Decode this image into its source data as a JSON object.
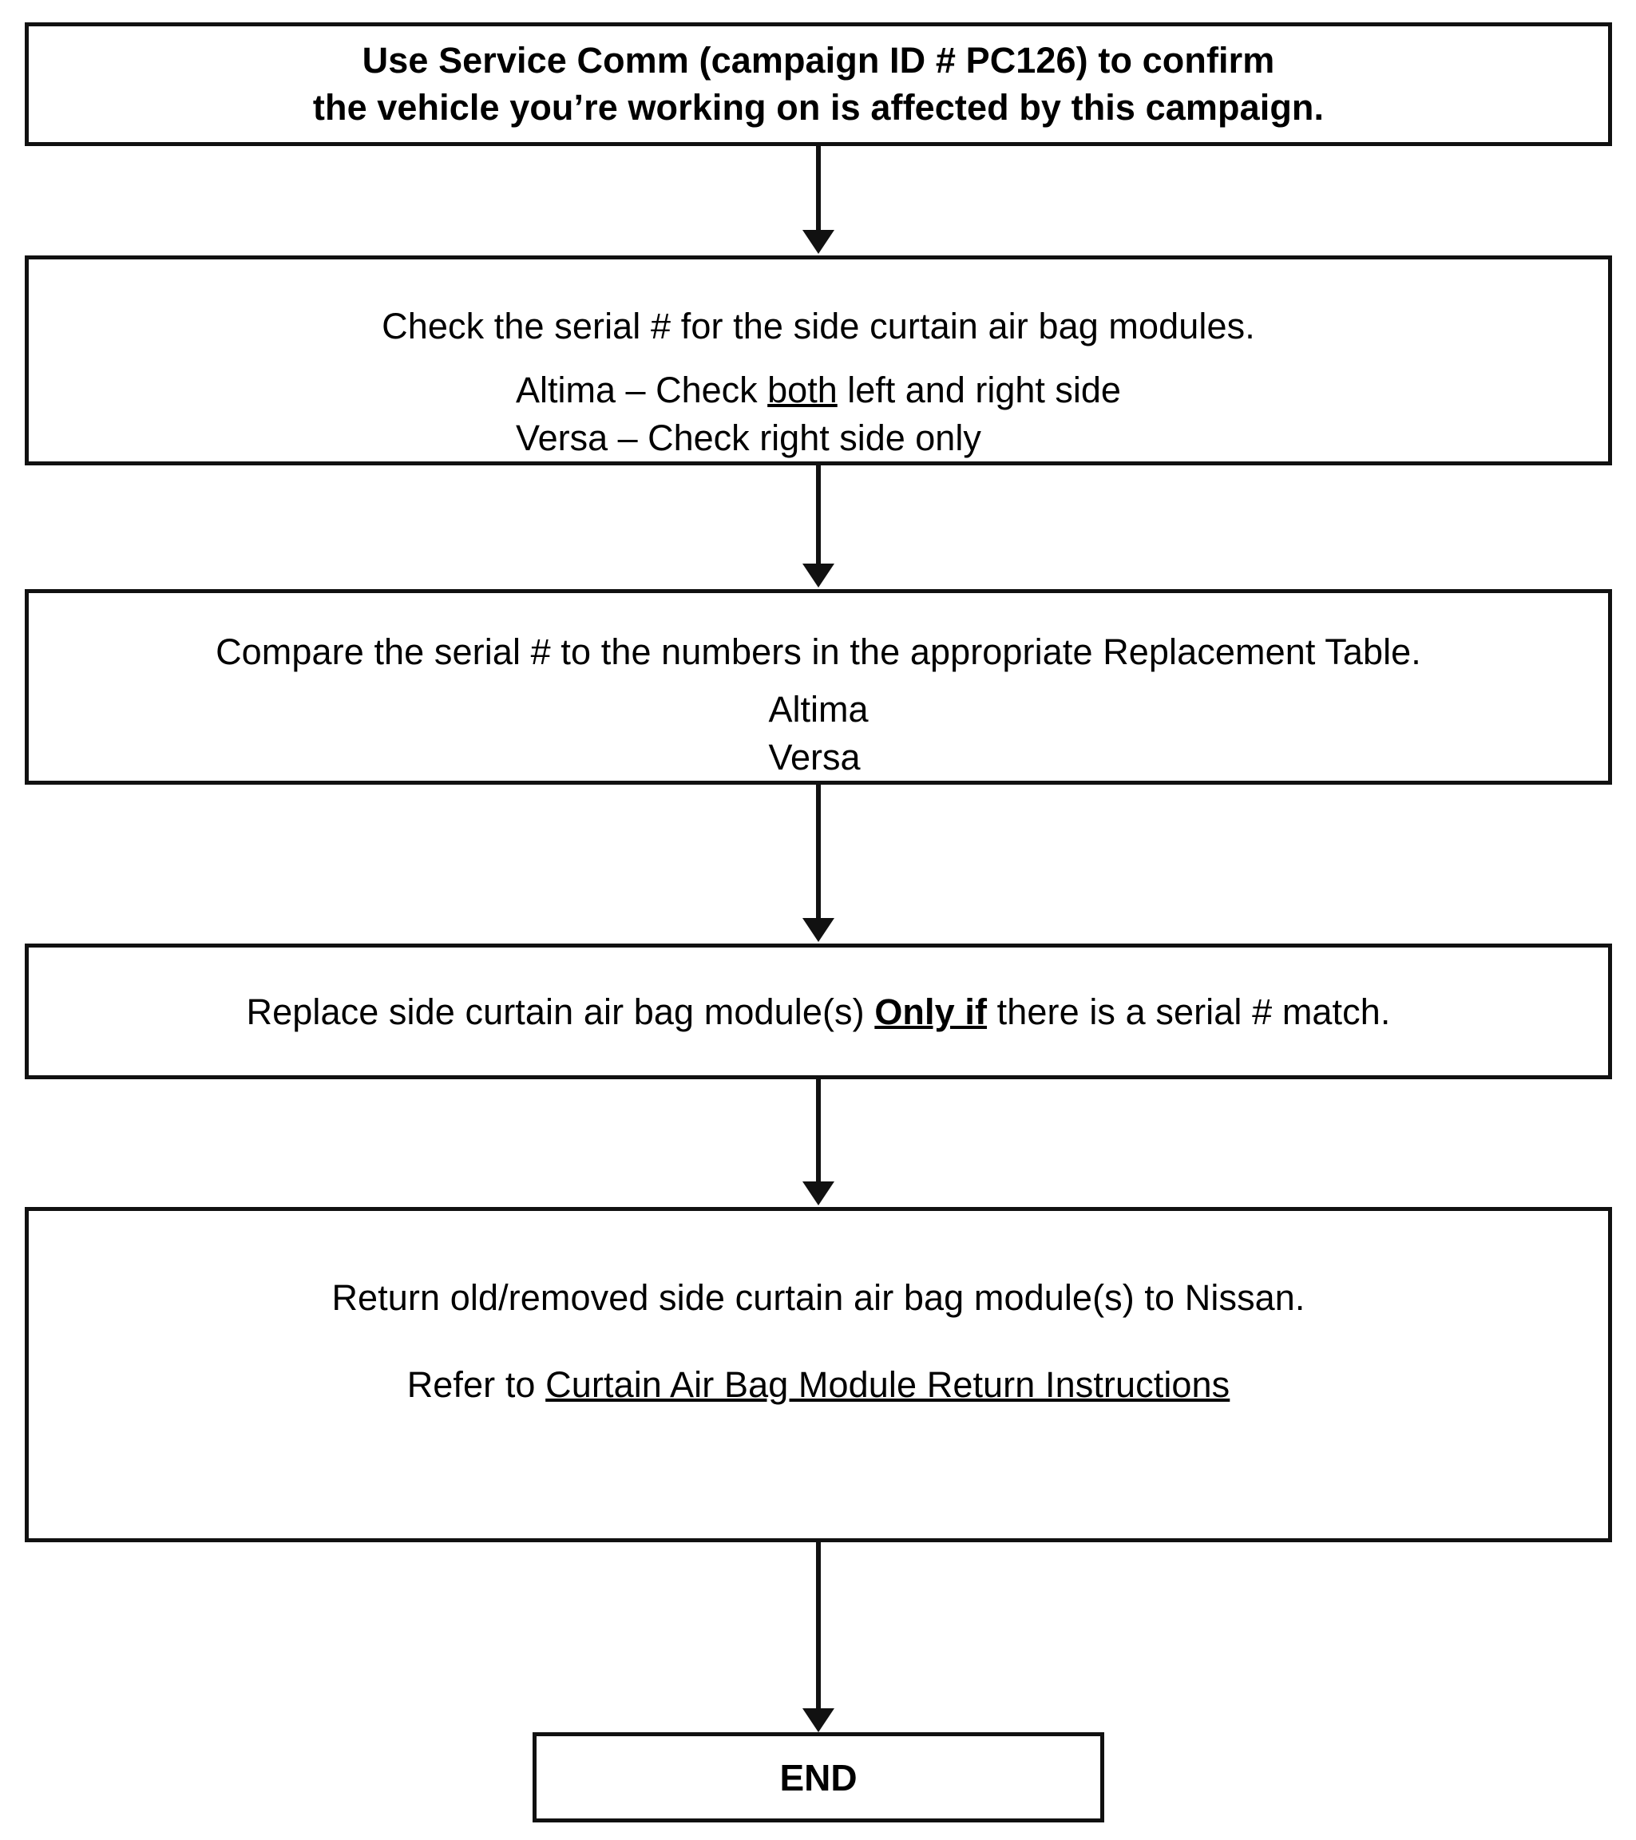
{
  "document": {
    "type": "flowchart",
    "title": "Nissan campaign PC126 side curtain air bag module service flow"
  },
  "steps": [
    {
      "id": "step-service-comm",
      "bold": true,
      "lines": [
        "Use Service Comm (campaign ID # PC126) to confirm",
        "the vehicle you’re working on is affected by this campaign."
      ]
    },
    {
      "id": "step-check-serial",
      "bold": false,
      "heading": "Check the serial # for the side curtain air bag modules.",
      "sub_lines": [
        {
          "pre": "Altima – Check ",
          "emphasis": "both",
          "post": " left and right side",
          "style": "underline"
        },
        {
          "pre": "Versa – Check right side only",
          "emphasis": "",
          "post": "",
          "style": "none"
        }
      ]
    },
    {
      "id": "step-compare-serial",
      "bold": false,
      "heading": "Compare the serial # to the numbers in the appropriate Replacement Table.",
      "sub_lines": [
        {
          "pre": "Altima",
          "emphasis": "",
          "post": "",
          "style": "none"
        },
        {
          "pre": "Versa",
          "emphasis": "",
          "post": "",
          "style": "none"
        }
      ]
    },
    {
      "id": "step-replace-module",
      "bold": false,
      "heading_pre": "Replace side curtain air bag module(s) ",
      "heading_emphasis": "Only if",
      "heading_post": " there is a serial # match."
    },
    {
      "id": "step-return-module",
      "bold": false,
      "heading": "Return old/removed side curtain air bag module(s) to Nissan.",
      "reference_pre": "Refer to ",
      "reference_link": "Curtain Air Bag Module Return Instructions"
    }
  ],
  "terminator": {
    "id": "end-terminator",
    "label": "END"
  },
  "colors": {
    "stroke": "#111111",
    "background": "#ffffff",
    "text": "#000000"
  }
}
